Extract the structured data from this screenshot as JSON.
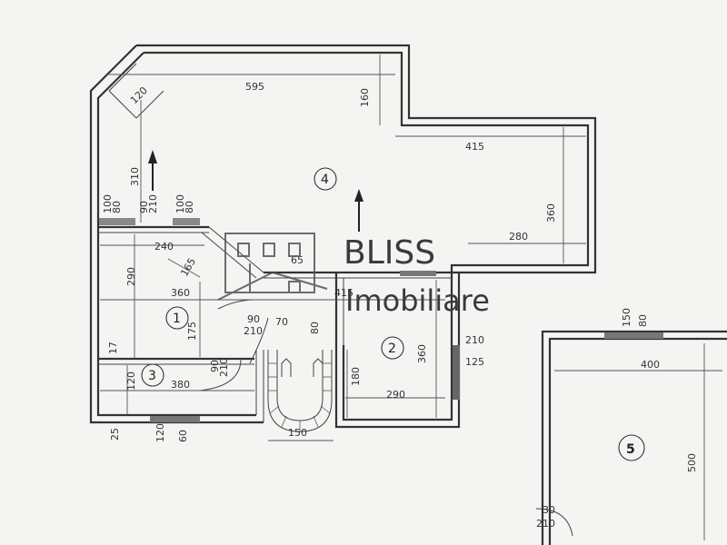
{
  "dimensions": {
    "d595": "595",
    "d160": "160",
    "d120a": "120",
    "d310": "310",
    "d415": "415",
    "d360a": "360",
    "d280": "280",
    "d100a": "100",
    "d80a": "80",
    "d90a": "90",
    "d210a": "210",
    "d100b": "100",
    "d80b": "80",
    "d240": "240",
    "d165": "165",
    "d290a": "290",
    "d360b": "360",
    "d415b": "415",
    "d175": "175",
    "d90b": "90",
    "d210b": "210",
    "d70": "70",
    "d80c": "80",
    "d360c": "360",
    "d210c": "210",
    "d125": "125",
    "d17": "17",
    "d120b": "120",
    "d380": "380",
    "d90c": "90",
    "d210d": "210",
    "d180": "180",
    "d290b": "290",
    "d25": "25",
    "d120c": "120",
    "d60": "60",
    "d150": "150",
    "d150b": "150",
    "d80d": "80",
    "d400": "400",
    "d500": "500",
    "d30": "30",
    "d210e": "210",
    "d65": "65"
  },
  "rooms": {
    "r1": "1",
    "r2": "2",
    "r3": "3",
    "r4": "4",
    "r5": "5"
  },
  "watermark": {
    "brand": "BLISS",
    "tagline": "Imobiliare"
  }
}
